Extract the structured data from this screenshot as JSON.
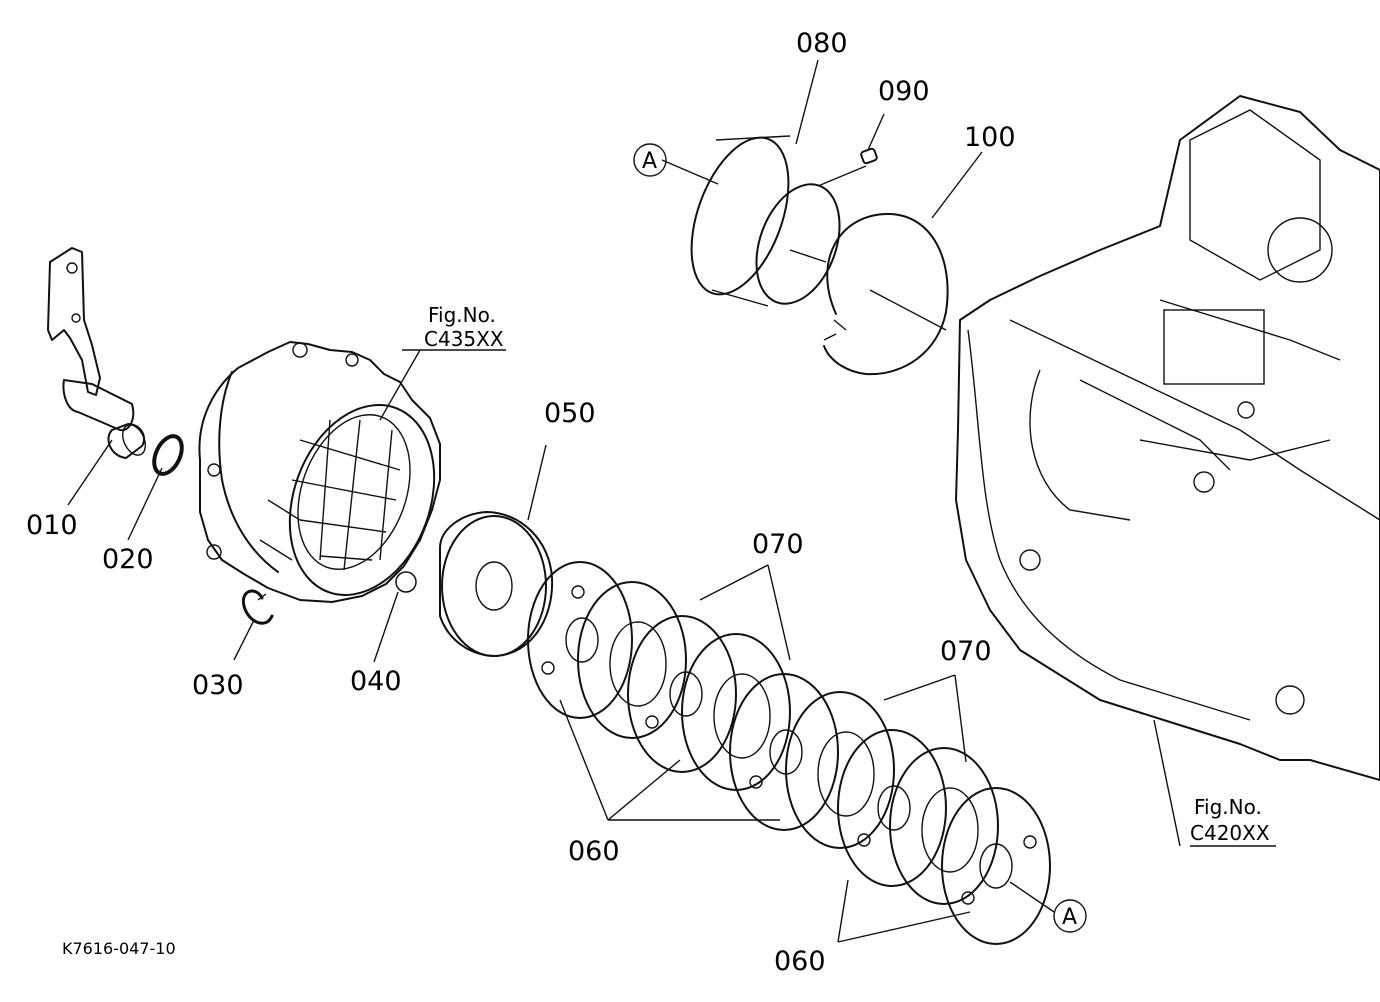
{
  "callouts": {
    "c010": "010",
    "c020": "020",
    "c030": "030",
    "c040": "040",
    "c050": "050",
    "c060a": "060",
    "c060b": "060",
    "c070a": "070",
    "c070b": "070",
    "c080": "080",
    "c090": "090",
    "c100": "100"
  },
  "figure_refs": {
    "c435_line1": "Fig.No.",
    "c435_line2": "C435XX",
    "c420_line1": "Fig.No.",
    "c420_line2": "C420XX"
  },
  "markers": {
    "a_top": "A",
    "a_bottom": "A"
  },
  "drawing_number": "K7616-047-10"
}
